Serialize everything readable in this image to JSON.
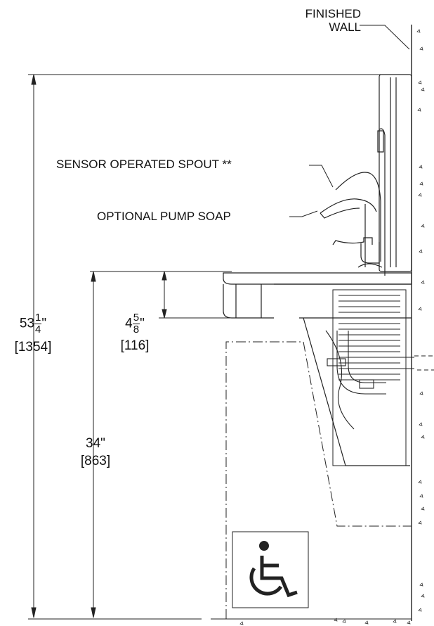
{
  "labels": {
    "finished_wall_line1": "FINISHED",
    "finished_wall_line2": "WALL",
    "sensor_spout": "SENSOR OPERATED SPOUT **",
    "pump_soap": "OPTIONAL PUMP SOAP"
  },
  "dimensions": {
    "overall_height": {
      "whole": "53",
      "numerator": "1",
      "denominator": "4",
      "unit": "\"",
      "metric": "[1354]"
    },
    "rim_height": {
      "text": "34\"",
      "metric": "[863]"
    },
    "basin_depth": {
      "whole": "4",
      "numerator": "5",
      "denominator": "8",
      "unit": "\"",
      "metric": "[116]"
    }
  },
  "icons": {
    "accessibility": "wheelchair-icon"
  }
}
